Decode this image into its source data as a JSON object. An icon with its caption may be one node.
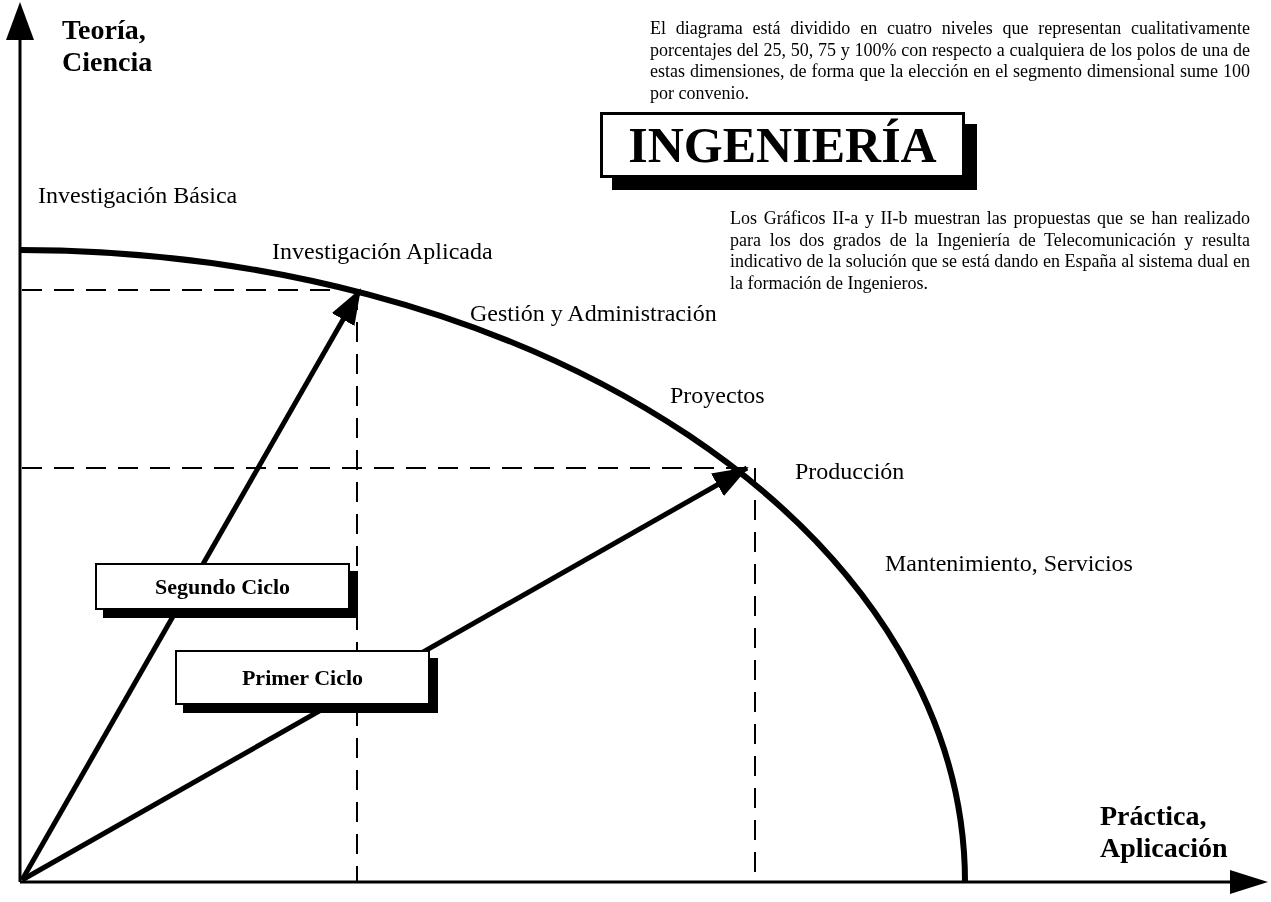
{
  "diagram": {
    "nodes": [
      {
        "text": [
          "INGENIERÍA"
        ]
      },
      {
        "text": [
          "Segundo Ciclo"
        ]
      },
      {
        "text": [
          "Primer Ciclo"
        ]
      }
    ],
    "labels": [
      "Teoría, Ciencia",
      "El diagrama está dividido en cuatro niveles que representan cualitativamente porcentajes del 25, 50, 75 y 100% con respecto a cualquiera de los polos de una de estas dimensiones, de forma que la elección en el segmento dimensional sume 100 por convenio.",
      "Investigación Básica",
      "Investigación Aplicada",
      "Los Gráficos II-a y II-b muestran las propuestas que se han realizado para los dos grados de la Ingeniería de Telecomunicación y resulta indicativo de la solución que se está dando en España al sistema dual en la formación de Ingenieros.",
      "Gestión y Administración",
      "Proyectos",
      "Producción",
      "Mantenimiento, Servicios",
      "Práctica, Aplicación"
    ]
  }
}
